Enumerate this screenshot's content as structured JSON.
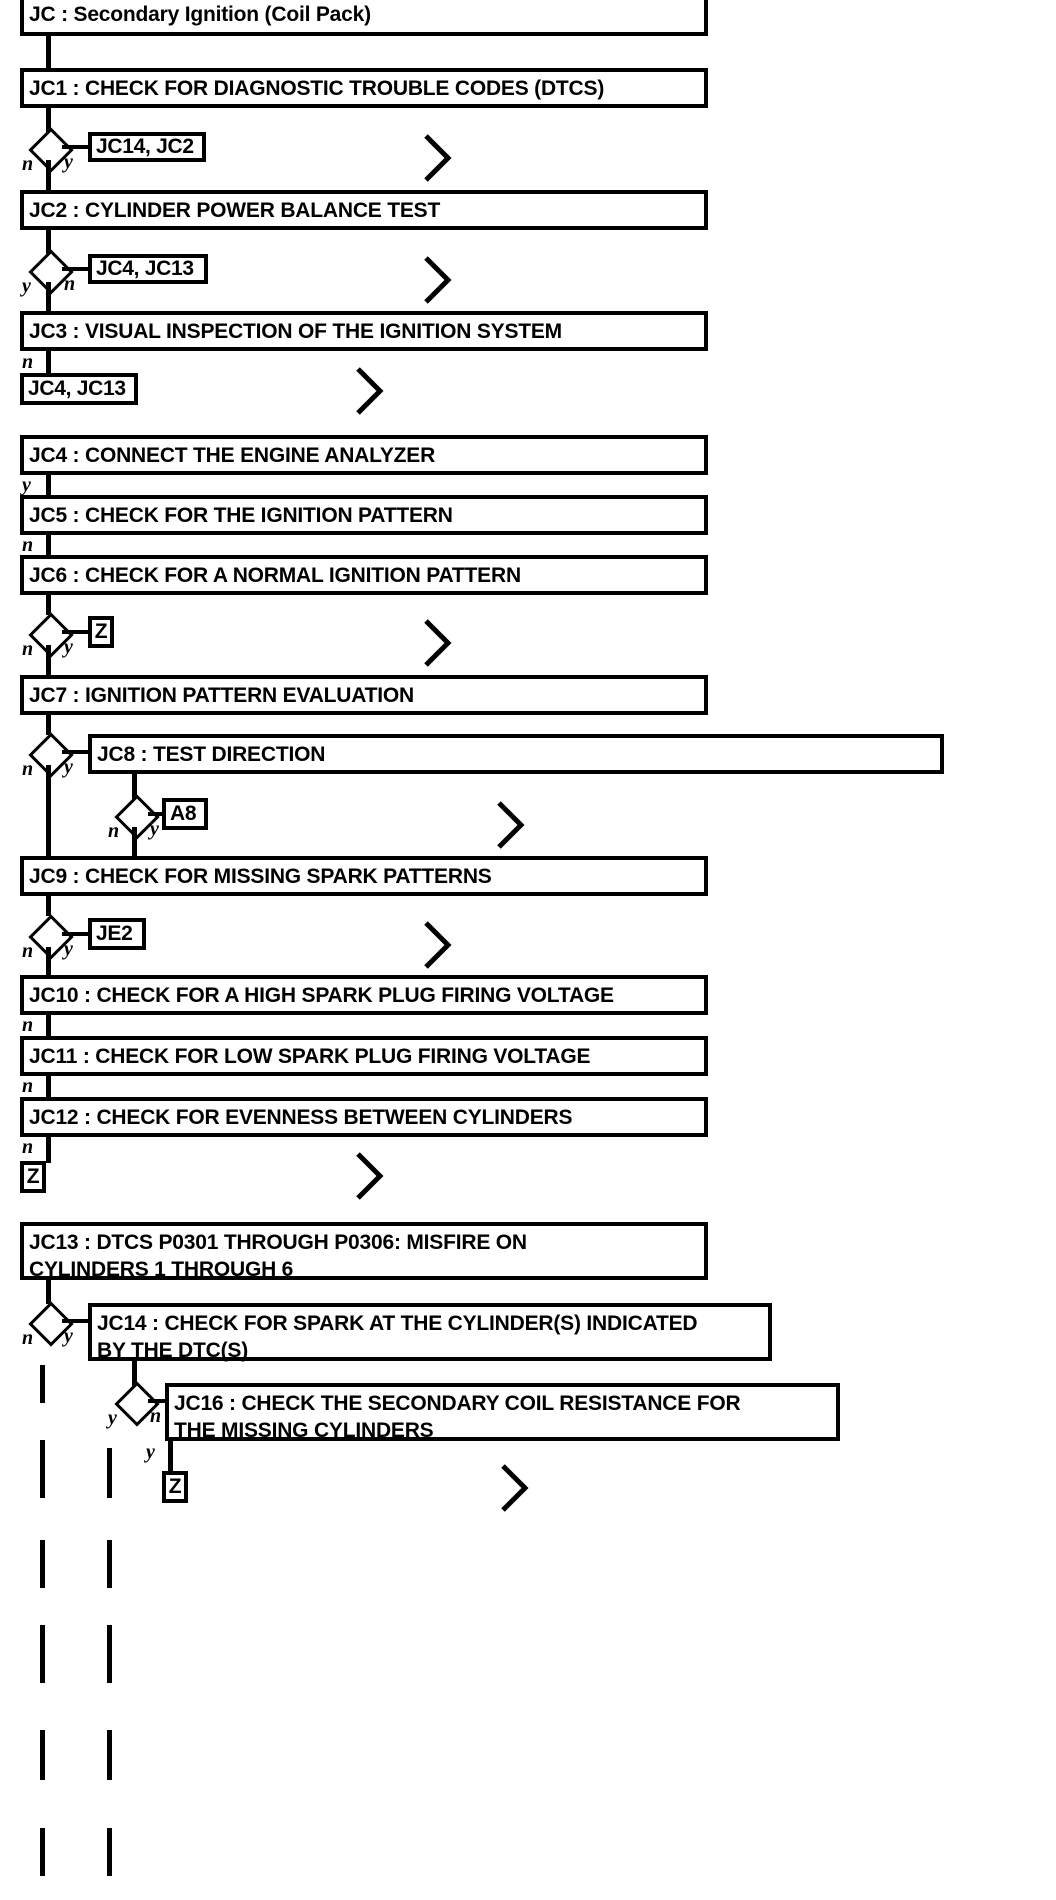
{
  "diagram": {
    "title": "JC : Secondary Ignition (Coil Pack)",
    "type": "flowchart",
    "branch_yes": "y",
    "branch_no": "n",
    "colors": {
      "line": "#000000",
      "background": "#ffffff",
      "text": "#000000"
    },
    "steps": [
      {
        "id": "JC",
        "label": "JC : Secondary Ignition (Coil Pack)"
      },
      {
        "id": "JC1",
        "label": "JC1 : CHECK FOR DIAGNOSTIC TROUBLE CODES (DTCS)"
      },
      {
        "id": "JC2",
        "label": "JC2 : CYLINDER POWER BALANCE TEST"
      },
      {
        "id": "JC3",
        "label": "JC3 : VISUAL INSPECTION OF THE IGNITION SYSTEM"
      },
      {
        "id": "JC4",
        "label": "JC4 : CONNECT THE ENGINE ANALYZER"
      },
      {
        "id": "JC5",
        "label": "JC5 : CHECK FOR THE IGNITION PATTERN"
      },
      {
        "id": "JC6",
        "label": "JC6 : CHECK FOR A NORMAL IGNITION PATTERN"
      },
      {
        "id": "JC7",
        "label": "JC7 : IGNITION PATTERN EVALUATION"
      },
      {
        "id": "JC8",
        "label": "JC8 : TEST DIRECTION"
      },
      {
        "id": "JC9",
        "label": "JC9 : CHECK FOR MISSING SPARK PATTERNS"
      },
      {
        "id": "JC10",
        "label": "JC10 : CHECK FOR A HIGH SPARK PLUG FIRING VOLTAGE"
      },
      {
        "id": "JC11",
        "label": "JC11 : CHECK FOR LOW SPARK PLUG FIRING VOLTAGE"
      },
      {
        "id": "JC12",
        "label": "JC12 : CHECK FOR EVENNESS BETWEEN CYLINDERS"
      },
      {
        "id": "JC13",
        "label": "JC13 : DTCS P0301 THROUGH P0306: MISFIRE ON\nCYLINDERS 1 THROUGH 6"
      },
      {
        "id": "JC14",
        "label": "JC14 : CHECK FOR SPARK AT THE CYLINDER(S) INDICATED\nBY THE DTC(S)"
      },
      {
        "id": "JC16",
        "label": "JC16 : CHECK THE SECONDARY COIL RESISTANCE FOR\nTHE MISSING CYLINDERS"
      }
    ],
    "tags": [
      {
        "id": "tag1",
        "label": "JC14, JC2"
      },
      {
        "id": "tag2",
        "label": "JC4, JC13"
      },
      {
        "id": "tag3",
        "label": "JC4, JC13"
      },
      {
        "id": "tag4",
        "label": "Z"
      },
      {
        "id": "tag5",
        "label": "A8"
      },
      {
        "id": "tag6",
        "label": "JE2"
      },
      {
        "id": "tag7",
        "label": "Z"
      },
      {
        "id": "tag8",
        "label": "Z"
      }
    ],
    "decisions": [
      {
        "id": "d1",
        "from": "JC1",
        "yes_target": "JC14, JC2",
        "yes_side": "right",
        "no_side": "left"
      },
      {
        "id": "d2",
        "from": "JC2",
        "no_target": "JC4, JC13",
        "yes_side": "left",
        "no_side": "right"
      },
      {
        "id": "d3",
        "from": "JC6",
        "yes_target": "Z",
        "yes_side": "right",
        "no_side": "left"
      },
      {
        "id": "d4",
        "from": "JC7",
        "yes_target": "JC8",
        "yes_side": "right",
        "no_side": "left"
      },
      {
        "id": "d5",
        "from": "JC8",
        "yes_target": "A8",
        "yes_side": "right",
        "no_side": "left"
      },
      {
        "id": "d6",
        "from": "JC9",
        "yes_target": "JE2",
        "yes_side": "right",
        "no_side": "left"
      },
      {
        "id": "d7",
        "from": "JC13",
        "yes_target": "JC14",
        "yes_side": "right",
        "no_side": "left"
      },
      {
        "id": "d8",
        "from": "JC14",
        "no_target": "JC16",
        "yes_side": "left",
        "no_side": "right"
      }
    ],
    "inline_branch_labels": [
      {
        "after": "JC3",
        "label": "n"
      },
      {
        "after": "JC4",
        "label": "y"
      },
      {
        "after": "JC5",
        "label": "n"
      },
      {
        "after": "JC10",
        "label": "n"
      },
      {
        "after": "JC11",
        "label": "n"
      },
      {
        "after": "JC12",
        "label": "n"
      },
      {
        "after": "JC16",
        "label": "y"
      }
    ],
    "continuation_marker": "chevron-right"
  }
}
